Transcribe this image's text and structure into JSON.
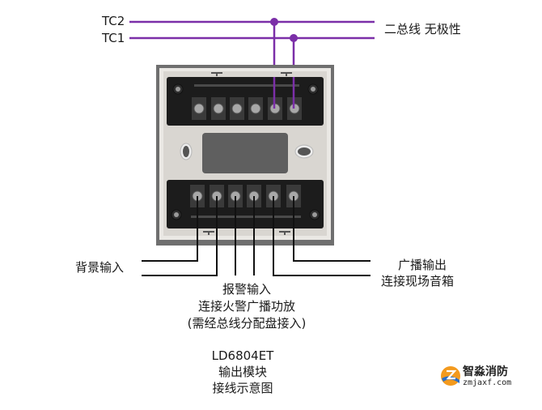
{
  "bus": {
    "tc2_label": "TC2",
    "tc1_label": "TC1",
    "description": "二总线 无极性",
    "wire_color": "#7b2fa8"
  },
  "device": {
    "model": "LD6804ET",
    "top_terminals": 6,
    "bottom_terminals": 6,
    "housing_color": "#dcdad6",
    "frame_color": "#6e6e6e",
    "terminal_block_color": "#1c1c1c",
    "window_color": "#5f5f5f"
  },
  "connections": {
    "background_input": "背景输入",
    "alarm_input": {
      "line1": "报警输入",
      "line2": "连接火警广播功放",
      "line3": "(需经总线分配盘接入)"
    },
    "broadcast_output": {
      "line1": "广播输出",
      "line2": "连接现场音箱"
    }
  },
  "caption": {
    "model": "LD6804ET",
    "line2": "输出模块",
    "line3": "接线示意图"
  },
  "watermark": {
    "brand_cn": "智淼消防",
    "brand_url": "zmjaxf.com"
  }
}
